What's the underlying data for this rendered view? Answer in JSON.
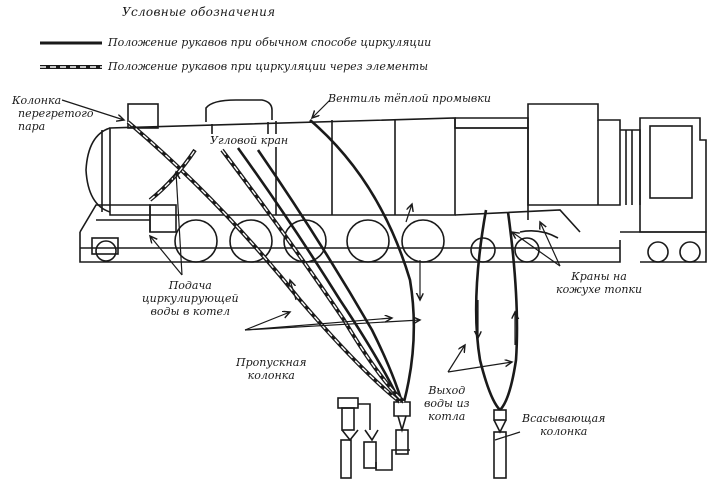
{
  "legend": {
    "title": "Условные обозначения",
    "normal": "Положение рукавов при обычном способе циркуляции",
    "through_elements": "Положение рукавов при циркуляции через элементы"
  },
  "labels": {
    "superheated_column": [
      "Колонка",
      "перегретого",
      "пара"
    ],
    "warm_wash_valve": "Вентиль тёплой промывки",
    "corner_valve": "Угловой кран",
    "supply_water": [
      "Подача",
      "циркулирующей",
      "воды в котел"
    ],
    "firebox_valves": [
      "Краны на",
      "кожухе топки"
    ],
    "start_column": [
      "Пропускная",
      "колонка"
    ],
    "boiler_outlet": [
      "Выход",
      "воды из",
      "котла"
    ],
    "suction_column": [
      "Всасывающая",
      "колонка"
    ]
  },
  "colors": {
    "ink": "#1a1a1a",
    "paper": "#ffffff"
  }
}
